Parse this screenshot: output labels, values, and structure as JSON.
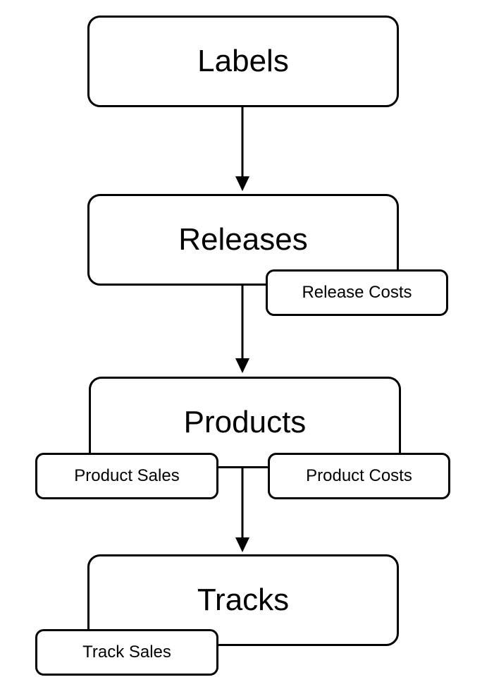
{
  "nodes": {
    "labels": "Labels",
    "releases": "Releases",
    "release_costs": "Release Costs",
    "products": "Products",
    "product_sales": "Product Sales",
    "product_costs": "Product Costs",
    "tracks": "Tracks",
    "track_sales": "Track Sales"
  }
}
